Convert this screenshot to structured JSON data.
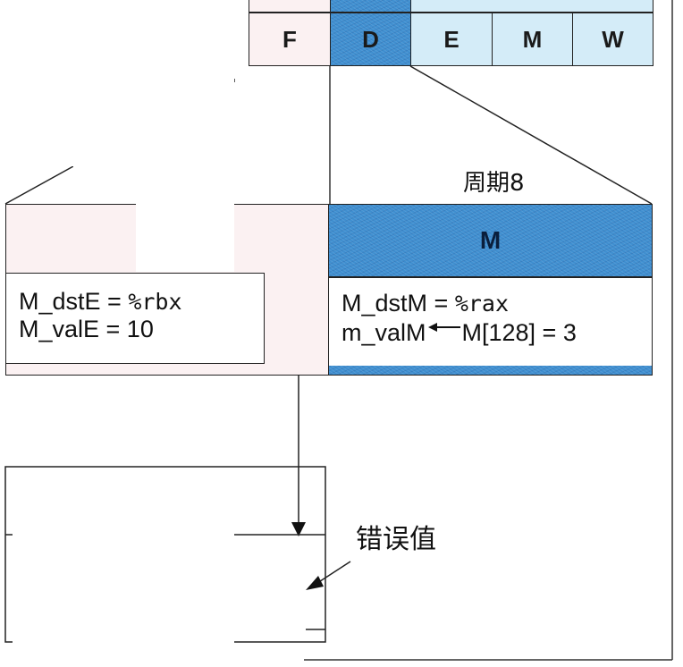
{
  "pipeline_stages": [
    "F",
    "D",
    "E",
    "M",
    "W"
  ],
  "cycle_label": "周期8",
  "m_stage_label": "M",
  "left_box": {
    "line1_name": "M_dstE",
    "line1_eq": " = ",
    "line1_value": "%rbx",
    "line2": "M_valE = 10"
  },
  "right_box": {
    "line1_name": "M_dstM",
    "line1_eq": " = ",
    "line1_value": "%rax",
    "line2_name": "m_valM",
    "line2_rest": "M[128] = 3"
  },
  "error_label": "错误值",
  "colors": {
    "decode_blue": "#3f8fd0",
    "stage_light_blue": "#d4ecf8",
    "stage_pink": "#fbf1f2"
  }
}
